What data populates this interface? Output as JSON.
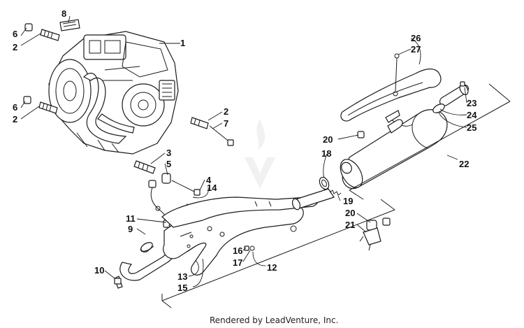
{
  "diagram": {
    "callouts": {
      "c1": "1",
      "c2a": "2",
      "c2b": "2",
      "c2c": "2",
      "c3": "3",
      "c4": "4",
      "c5": "5",
      "c6a": "6",
      "c6b": "6",
      "c7": "7",
      "c8": "8",
      "c9": "9",
      "c10": "10",
      "c11": "11",
      "c12": "12",
      "c13": "13",
      "c14": "14",
      "c15": "15",
      "c16": "16",
      "c17": "17",
      "c18": "18",
      "c19": "19",
      "c20a": "20",
      "c20b": "20",
      "c21": "21",
      "c22": "22",
      "c23": "23",
      "c24": "24",
      "c25": "25",
      "c26": "26",
      "c27": "27"
    },
    "footer": "Rendered by LeadVenture, Inc.",
    "watermark": "LEADVENTURE"
  }
}
